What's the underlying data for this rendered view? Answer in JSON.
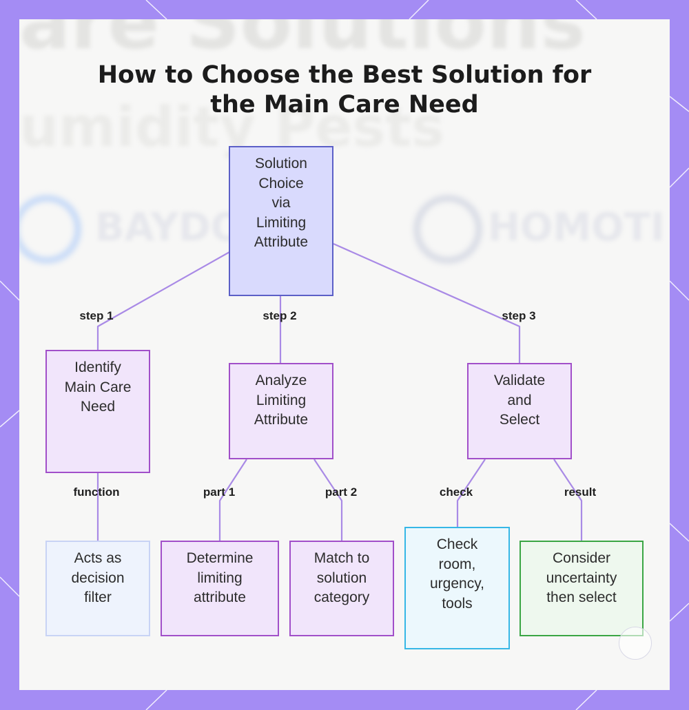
{
  "title": {
    "line1": "How to Choose the Best Solution for",
    "line2": "the Main Care Need"
  },
  "background_text": {
    "line1": "are Solutions",
    "line2": "umidity Pests",
    "left_brand": "BAYDORA",
    "right_brand": "HOMOTI"
  },
  "nodes": {
    "root": [
      "Solution",
      "Choice",
      "via",
      "Limiting",
      "Attribute"
    ],
    "identify": [
      "Identify",
      "Main Care",
      "Need"
    ],
    "analyze": [
      "Analyze",
      "Limiting",
      "Attribute"
    ],
    "validate": [
      "Validate",
      "and",
      "Select"
    ],
    "acts": [
      "Acts as",
      "decision",
      "filter"
    ],
    "determine": [
      "Determine",
      "limiting",
      "attribute"
    ],
    "match": [
      "Match to",
      "solution",
      "category"
    ],
    "check": [
      "Check",
      "room,",
      "urgency,",
      "tools"
    ],
    "consider": [
      "Consider",
      "uncertainty",
      "then select"
    ]
  },
  "edges": {
    "step1": "step 1",
    "step2": "step 2",
    "step3": "step 3",
    "function": "function",
    "part1": "part 1",
    "part2": "part 2",
    "check": "check",
    "result": "result"
  },
  "colors": {
    "frame": "#a48cf4",
    "panel": "#f7f7f6",
    "edge": "#a98ae6",
    "root_fill": "#d9dafd",
    "root_border": "#5b5fc7",
    "step_fill": "#f1e5fb",
    "step_border": "#a14fc9",
    "filter_fill": "#eef3fd",
    "check_border": "#35b7e6",
    "result_border": "#3aa644"
  }
}
